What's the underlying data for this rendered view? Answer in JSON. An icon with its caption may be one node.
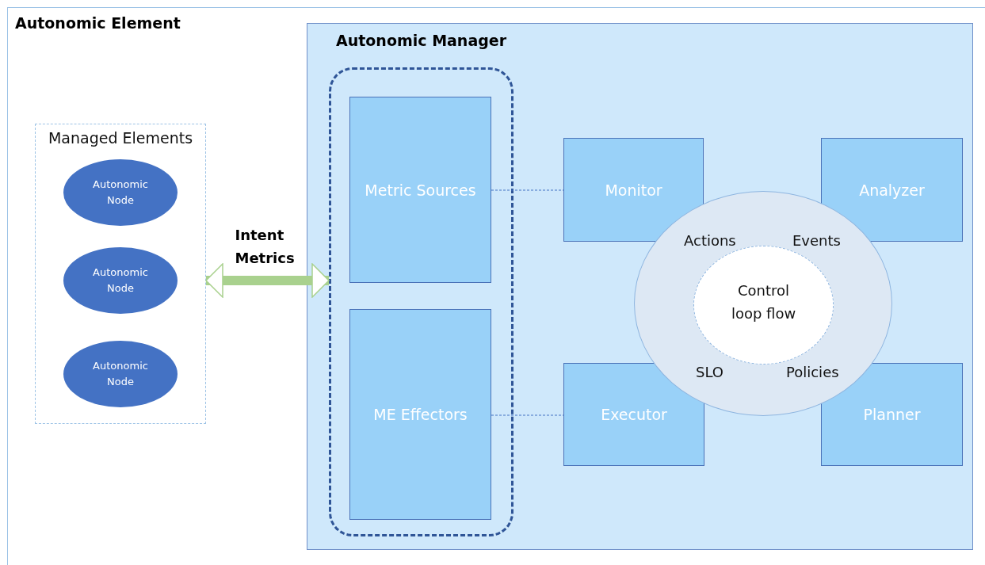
{
  "diagram": {
    "nodes": [
      {
        "text": [
          "Autonomic Element"
        ]
      },
      {
        "text": [
          "Managed Elements"
        ],
        "in": 0
      },
      {
        "text": [
          "Autonomic Node"
        ],
        "in": 1
      },
      {
        "text": [
          "Autonomic Node"
        ],
        "in": 1
      },
      {
        "text": [
          "Autonomic Node"
        ],
        "in": 1
      },
      {
        "text": [
          "Autonomic Manager"
        ],
        "in": 0
      },
      {
        "text": [],
        "shape": "box",
        "in": 5
      },
      {
        "text": [
          "Metric Sources"
        ],
        "in": 6
      },
      {
        "text": [
          "ME Effectors"
        ],
        "in": 6
      },
      {
        "text": [
          "Monitor"
        ],
        "in": 5
      },
      {
        "text": [
          "Analyzer"
        ],
        "in": 5
      },
      {
        "text": [
          "Executor"
        ],
        "in": 5
      },
      {
        "text": [
          "Planner"
        ],
        "in": 5
      },
      {
        "text": [
          "Actions",
          "Events",
          "SLO",
          "Policies"
        ],
        "in": 5
      },
      {
        "text": [
          "Control loop flow"
        ],
        "in": 13
      }
    ],
    "edges": [
      {
        "from": 1,
        "to": 6,
        "arrow": "both",
        "label": "Intent Metrics",
        "style": "thick",
        "color": "#a9d18e"
      },
      {
        "from": 7,
        "to": 9,
        "arrow": "none",
        "style": "dashed"
      },
      {
        "from": 8,
        "to": 11,
        "arrow": "none",
        "style": "dashed"
      }
    ]
  }
}
